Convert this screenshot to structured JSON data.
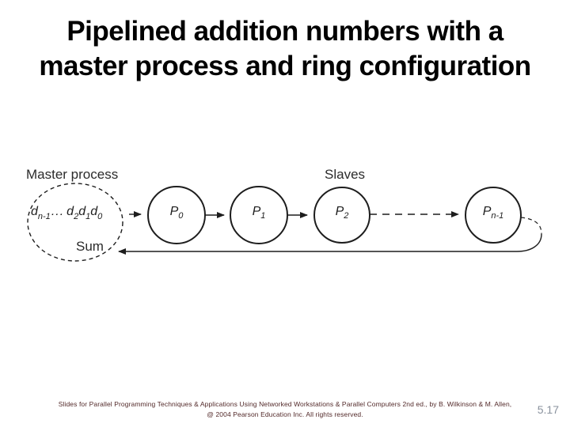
{
  "slide": {
    "title": {
      "line1": "Pipelined addition numbers with a",
      "line2": "master process and ring configuration"
    },
    "footer": {
      "line1": "Slides for Parallel Programming Techniques & Applications Using Networked Workstations & Parallel Computers 2nd ed., by B. Wilkinson & M. Allen,",
      "line2": "@ 2004 Pearson Education Inc. All rights reserved."
    },
    "page_number": "5.17"
  },
  "diagram": {
    "master_label": "Master process",
    "slaves_label": "Slaves",
    "sum_label": "Sum",
    "input_sequence": {
      "segments": [
        {
          "base": "d",
          "sub": "n-1"
        },
        {
          "base": "...",
          "sub": ""
        },
        {
          "base": "d",
          "sub": "2"
        },
        {
          "base": "d",
          "sub": "1"
        },
        {
          "base": "d",
          "sub": "0"
        }
      ]
    },
    "nodes": [
      {
        "base": "P",
        "sub": "0"
      },
      {
        "base": "P",
        "sub": "1"
      },
      {
        "base": "P",
        "sub": "2"
      },
      {
        "base": "P",
        "sub": "n-1"
      }
    ]
  },
  "colors": {
    "background": "#ffffff",
    "title_text": "#000000",
    "diagram_stroke": "#1d1d1d",
    "footer_text": "#532a2a",
    "page_number_text": "#8a929e"
  }
}
